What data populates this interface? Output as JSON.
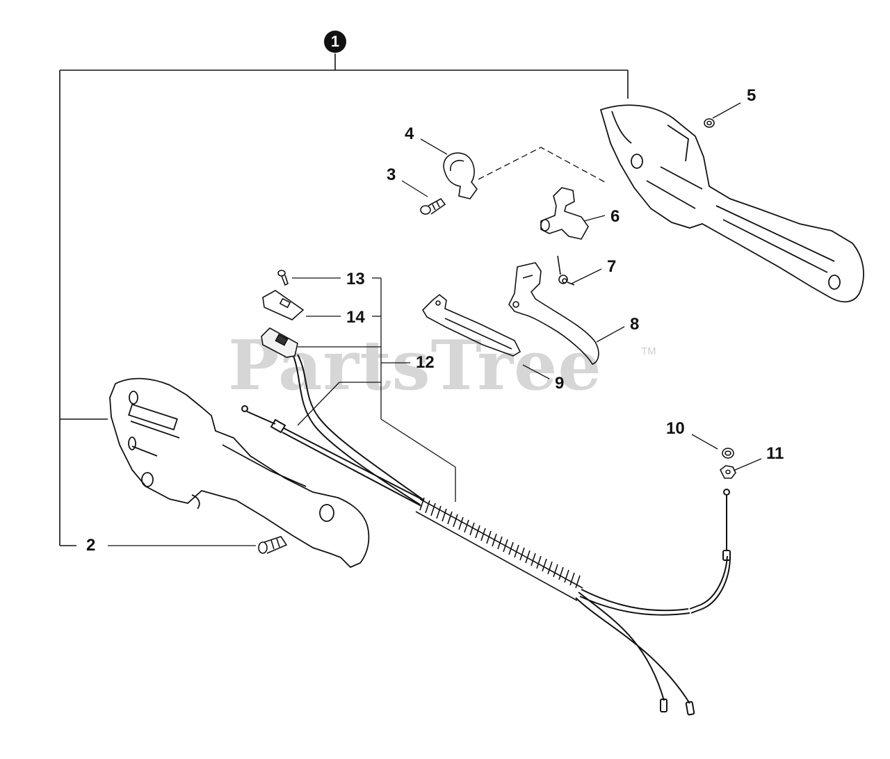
{
  "watermark": {
    "text": "PartsTree",
    "trademark": "TM"
  },
  "callouts": {
    "assembly": "1",
    "p2": "2",
    "p3": "3",
    "p4": "4",
    "p5": "5",
    "p6": "6",
    "p7": "7",
    "p8": "8",
    "p9": "9",
    "p10": "10",
    "p11": "11",
    "p12": "12",
    "p13": "13",
    "p14": "14"
  }
}
